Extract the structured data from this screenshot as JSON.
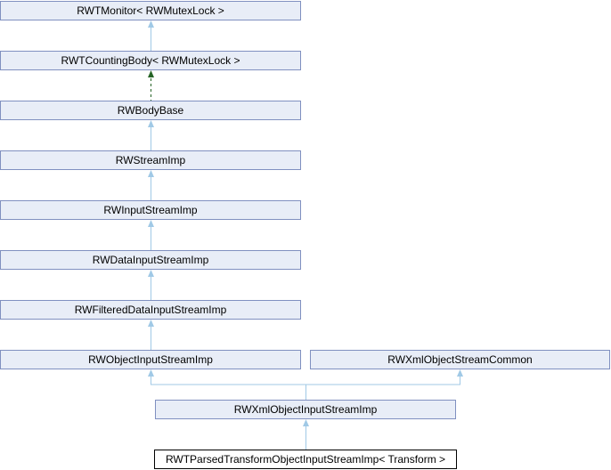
{
  "diagram": {
    "kind": "class-inheritance-graph",
    "colors": {
      "node_fill": "#e8edf7",
      "node_border": "#8090c0",
      "current_fill": "#ffffff",
      "current_border": "#000000",
      "inherit_arrow": "#a0c9e6",
      "protected_arrow": "#266426",
      "text": "#000000"
    },
    "nodes": [
      {
        "label": "RWTMonitor< RWMutexLock >"
      },
      {
        "label": "RWTCountingBody< RWMutexLock >"
      },
      {
        "label": "RWBodyBase"
      },
      {
        "label": "RWStreamImp"
      },
      {
        "label": "RWInputStreamImp"
      },
      {
        "label": "RWDataInputStreamImp"
      },
      {
        "label": "RWFilteredDataInputStreamImp"
      },
      {
        "label": "RWObjectInputStreamImp"
      },
      {
        "label": "RWXmlObjectStreamCommon"
      },
      {
        "label": "RWXmlObjectInputStreamImp"
      },
      {
        "label": "RWTParsedTransformObjectInputStreamImp< Transform >",
        "current": true
      }
    ],
    "edges": [
      {
        "from": "RWTCountingBody< RWMutexLock >",
        "to": "RWTMonitor< RWMutexLock >",
        "style": "solid"
      },
      {
        "from": "RWBodyBase",
        "to": "RWTCountingBody< RWMutexLock >",
        "style": "dashed"
      },
      {
        "from": "RWStreamImp",
        "to": "RWBodyBase",
        "style": "solid"
      },
      {
        "from": "RWInputStreamImp",
        "to": "RWStreamImp",
        "style": "solid"
      },
      {
        "from": "RWDataInputStreamImp",
        "to": "RWInputStreamImp",
        "style": "solid"
      },
      {
        "from": "RWFilteredDataInputStreamImp",
        "to": "RWDataInputStreamImp",
        "style": "solid"
      },
      {
        "from": "RWObjectInputStreamImp",
        "to": "RWFilteredDataInputStreamImp",
        "style": "solid"
      },
      {
        "from": "RWXmlObjectInputStreamImp",
        "to": "RWObjectInputStreamImp",
        "style": "solid"
      },
      {
        "from": "RWXmlObjectInputStreamImp",
        "to": "RWXmlObjectStreamCommon",
        "style": "solid"
      },
      {
        "from": "RWTParsedTransformObjectInputStreamImp< Transform >",
        "to": "RWXmlObjectInputStreamImp",
        "style": "solid"
      }
    ]
  }
}
